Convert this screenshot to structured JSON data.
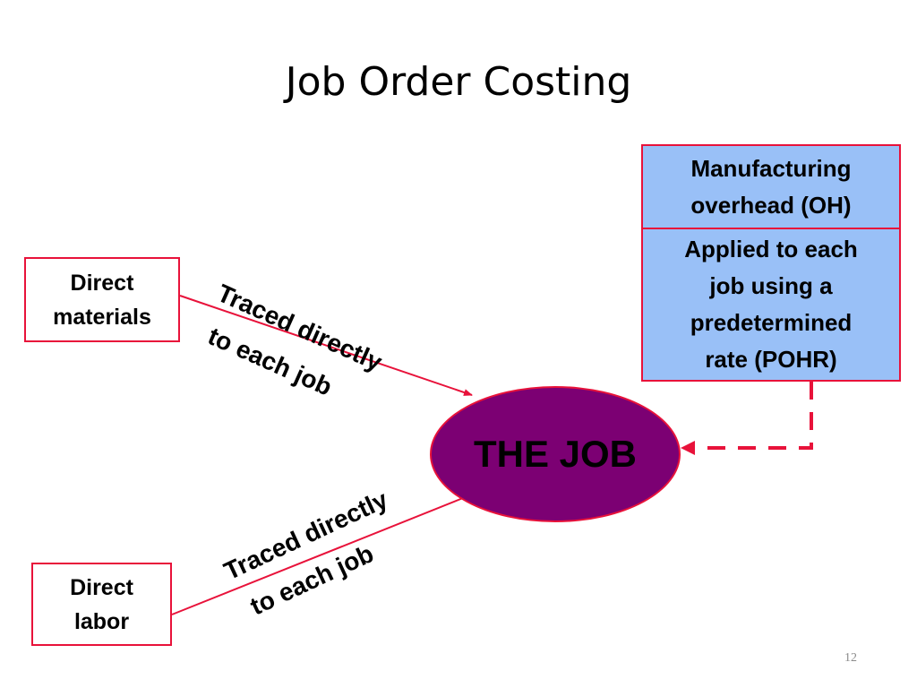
{
  "slide": {
    "title": "Job Order Costing",
    "page_number": "12"
  },
  "diagram": {
    "direct_materials": {
      "line1": "Direct",
      "line2": "materials"
    },
    "direct_labor": {
      "line1": "Direct",
      "line2": "labor"
    },
    "overhead": {
      "line1": "Manufacturing",
      "line2": "overhead (OH)"
    },
    "applied": {
      "line1": "Applied to each",
      "line2": "job using a",
      "line3": "predetermined",
      "line4": "rate (POHR)"
    },
    "job": {
      "label": "THE JOB"
    },
    "trace_top": {
      "line1": "Traced directly",
      "line2": "to each job"
    },
    "trace_bottom": {
      "line1": "Traced directly",
      "line2": "to each job"
    }
  },
  "colors": {
    "border_red": "#e8123a",
    "job_fill": "#7c0073",
    "overhead_fill": "#99c0f7"
  }
}
